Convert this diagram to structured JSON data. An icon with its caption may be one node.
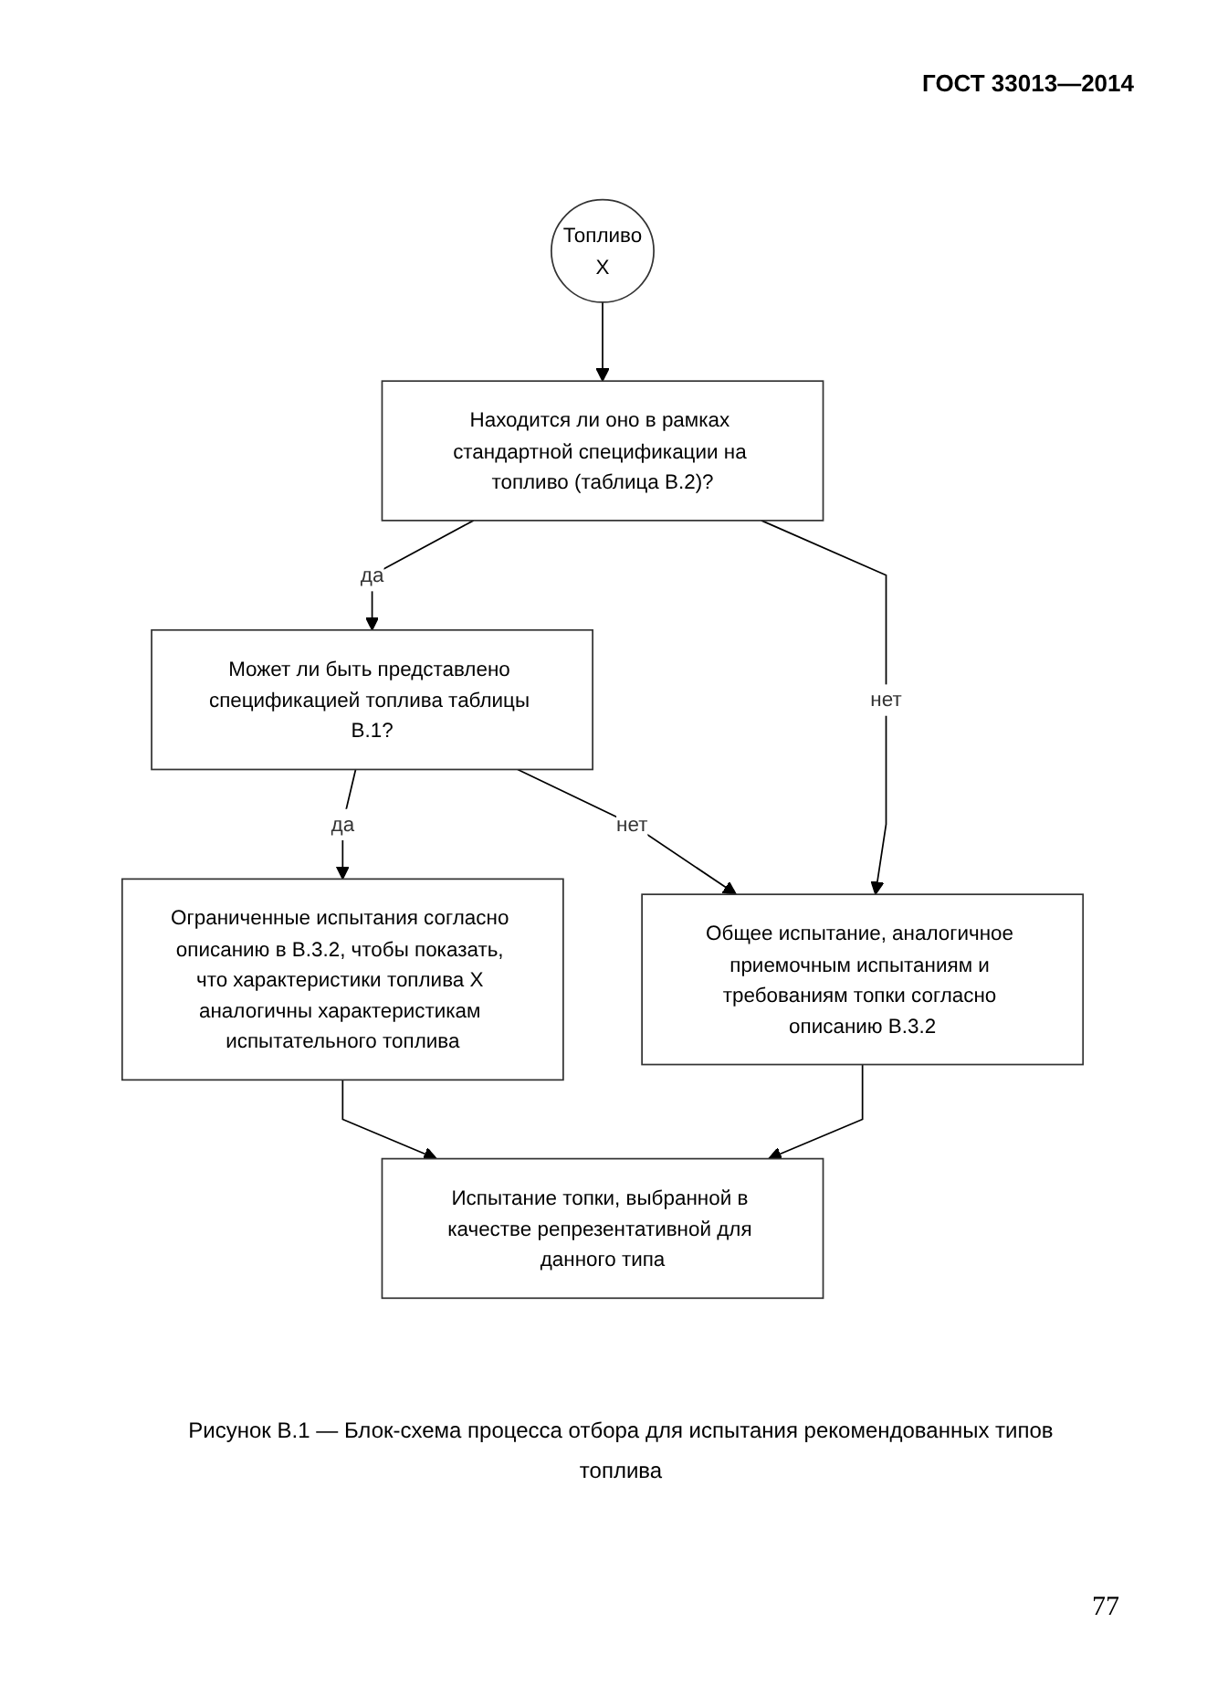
{
  "diagram": {
    "caption": "Рисунок В.1 — Блок-схема процесса отбора для испытания рекомендованных типов топлива",
    "nodes": [
      {
        "text": [
          "Топливо",
          "X"
        ]
      },
      {
        "text": [
          "Находится ли оно в рамках стандартной спецификации на топливо (таблица В.2)?"
        ]
      },
      {
        "text": [
          "Может ли быть представлено спецификацией топлива таблицы В.1?"
        ]
      },
      {
        "text": [
          "Ограниченные испытания согласно описанию в В.3.2, чтобы показать, что характеристики топлива X аналогичны характеристикам испытательного топлива"
        ]
      },
      {
        "text": [
          "Общее испытание, аналогичное приемочным испытаниям и требованиям топки согласно описанию В.3.2"
        ]
      },
      {
        "text": [
          "Испытание топки, выбранной в качестве репрезентативной для данного типа"
        ]
      }
    ],
    "edges": [
      {
        "from": 0,
        "to": 1,
        "arrow": "to"
      },
      {
        "from": 1,
        "to": 2,
        "label": "да",
        "arrow": "to"
      },
      {
        "from": 2,
        "to": 3,
        "label": "да",
        "arrow": "to"
      },
      {
        "from": 1,
        "to": 4,
        "label": "нет",
        "arrow": "to"
      },
      {
        "from": 2,
        "to": 4,
        "label": "нет",
        "arrow": "to"
      },
      {
        "from": 3,
        "to": 5,
        "arrow": "to"
      },
      {
        "from": 4,
        "to": 5,
        "arrow": "to"
      }
    ],
    "labels": [
      "ГОСТ 33013—2014",
      "77"
    ]
  }
}
